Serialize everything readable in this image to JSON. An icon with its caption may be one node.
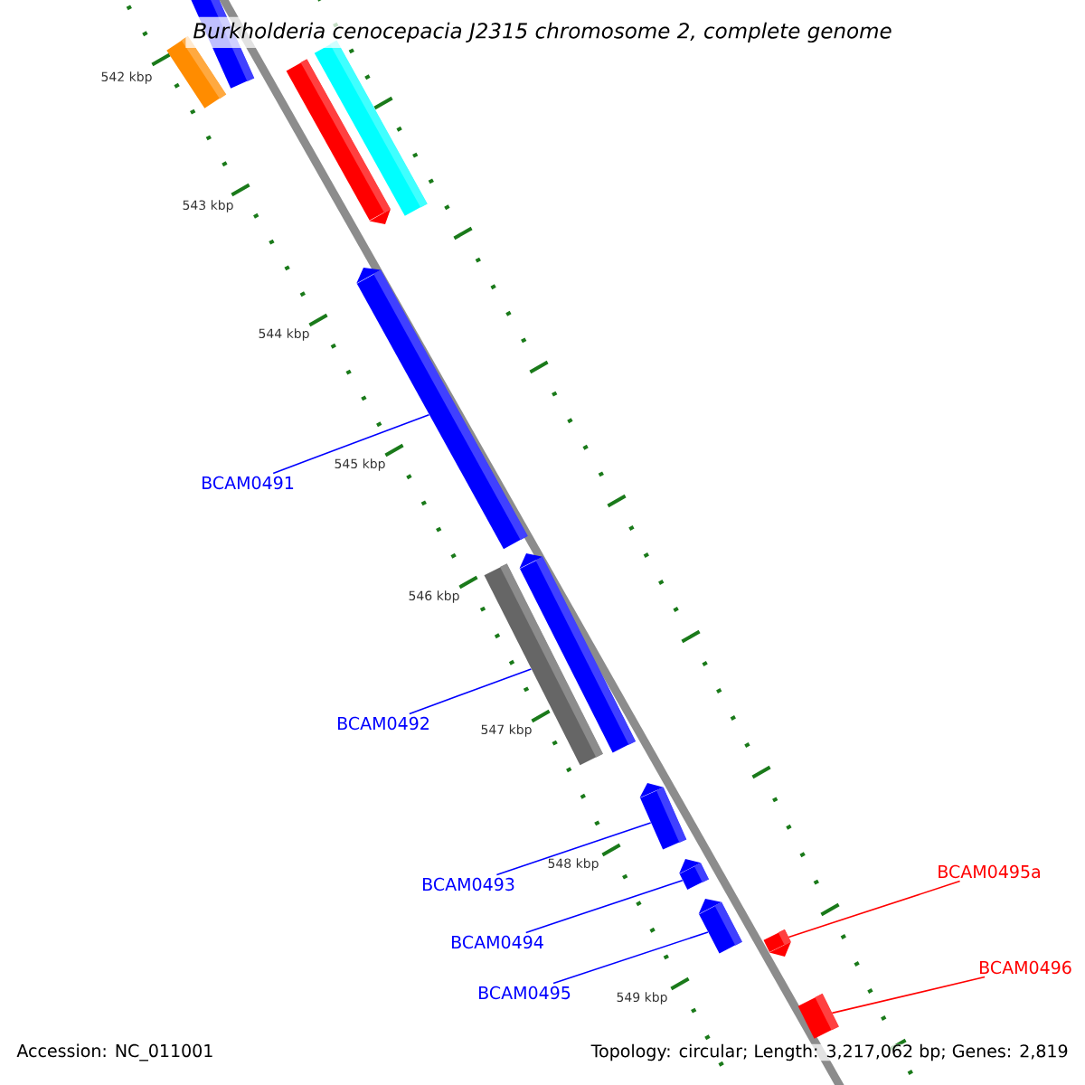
{
  "diagram": {
    "title": "Burkholderia cenocepacia J2315 chromosome 2, complete genome",
    "nodes": [
      {
        "text": [],
        "shape": "bar"
      },
      {
        "text": [],
        "shape": "bar"
      },
      {
        "text": [],
        "shape": "arrow"
      },
      {
        "text": [],
        "shape": "bar"
      },
      {
        "text": [],
        "shape": "arrow"
      },
      {
        "text": [],
        "shape": "bar"
      },
      {
        "text": [],
        "shape": "arrow"
      },
      {
        "text": [],
        "shape": "arrow"
      },
      {
        "text": [],
        "shape": "arrow"
      },
      {
        "text": [],
        "shape": "arrow"
      },
      {
        "text": [],
        "shape": "arrow"
      },
      {
        "text": [],
        "shape": "bar"
      },
      {
        "text": [
          "BCAM0491"
        ]
      },
      {
        "text": [
          "BCAM0492"
        ]
      },
      {
        "text": [
          "BCAM0495a"
        ]
      },
      {
        "text": [
          "BCAM0493"
        ]
      },
      {
        "text": [
          "BCAM0494"
        ]
      },
      {
        "text": [
          "BCAM0496"
        ]
      },
      {
        "text": [
          "BCAM0495"
        ]
      }
    ],
    "edges": [
      {
        "from": 12,
        "to": 4,
        "arrow": "none"
      },
      {
        "from": 13,
        "to": 5,
        "arrow": "none"
      },
      {
        "from": 14,
        "to": 10,
        "arrow": "none",
        "color": "#ff0000"
      },
      {
        "from": 15,
        "to": 7,
        "arrow": "none"
      },
      {
        "from": 16,
        "to": 8,
        "arrow": "none"
      },
      {
        "from": 17,
        "to": 11,
        "arrow": "none",
        "color": "#ff0000"
      },
      {
        "from": 18,
        "to": 9,
        "arrow": "none"
      }
    ],
    "labels": [
      "542 kbp",
      "543 kbp",
      "544 kbp",
      "545 kbp",
      "546 kbp",
      "547 kbp",
      "548 kbp",
      "549 kbp",
      "Accession: NC_011001",
      "Topology: circular; Length: 3,217,062 bp; Genes: 2,819"
    ]
  }
}
